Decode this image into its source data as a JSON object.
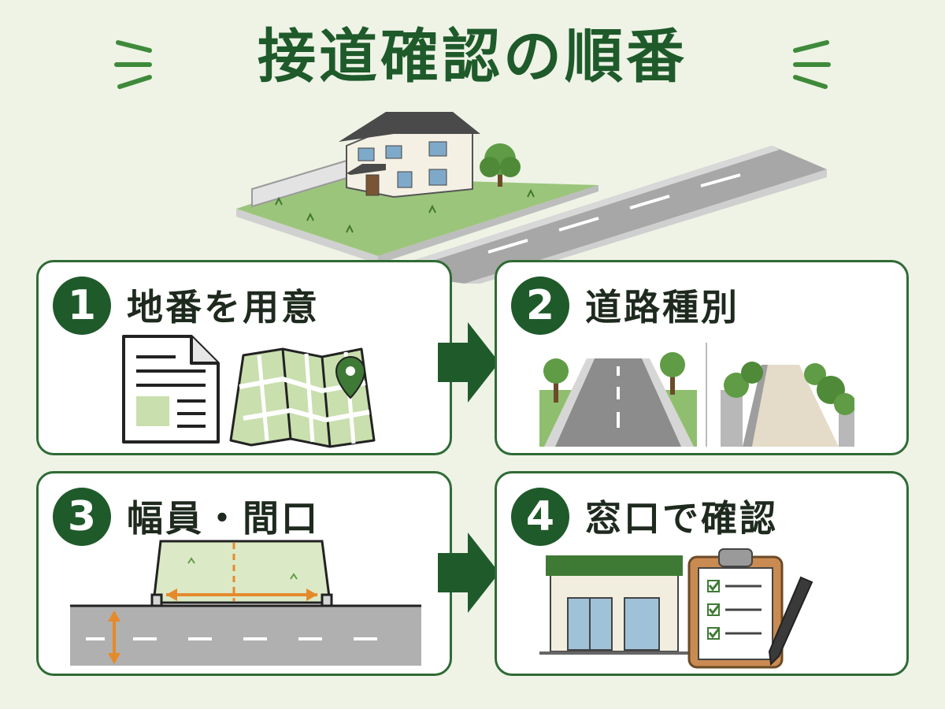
{
  "title": "接道確認の順番",
  "steps": [
    {
      "number": "1",
      "label": "地番を用意"
    },
    {
      "number": "2",
      "label": "道路種別"
    },
    {
      "number": "3",
      "label": "幅員・間口"
    },
    {
      "number": "4",
      "label": "窓口で確認"
    }
  ],
  "colors": {
    "background": "#eef3e6",
    "dark_green": "#1f5a2a",
    "border_green": "#2f6b35",
    "light_green": "#d9e8c4",
    "accent_orange": "#e58a2b",
    "road_gray": "#9a9a9a"
  }
}
